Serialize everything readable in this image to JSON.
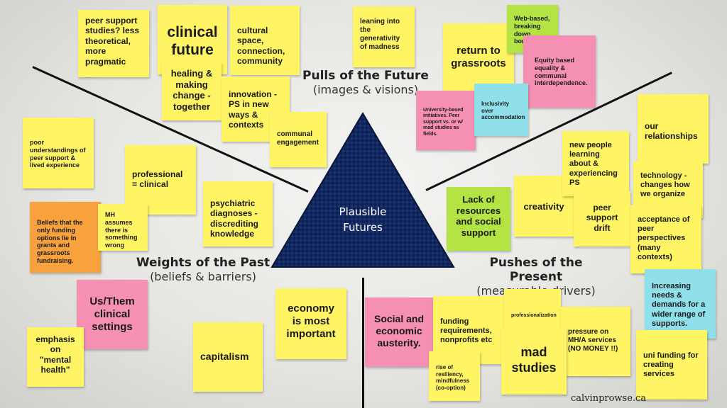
{
  "headings": {
    "pulls": {
      "title": "Pulls of the Future",
      "subtitle": "(images & visions)"
    },
    "weights": {
      "title": "Weights of the Past",
      "subtitle": "(beliefs & barriers)"
    },
    "pushes": {
      "title": "Pushes of the Present",
      "subtitle": "(measurable drivers)"
    }
  },
  "triangle": {
    "label_line1": "Plausible",
    "label_line2": "Futures"
  },
  "credit": "calvinprowse.ca",
  "notes": {
    "peer_support_studies": "peer support studies? less theoretical, more pragmatic",
    "clinical_future": "clinical future",
    "healing_making_change": "healing & making change - together",
    "cultural_space": "cultural space, connection, community",
    "innovation_ps": "innovation - PS in new ways & contexts",
    "communal_engagement": "communal engagement",
    "leaning_into": "leaning into the generativity of madness",
    "return_grassroots": "return to grassroots",
    "web_based": "Web-based, breaking down borders.",
    "equity_based": "Equity based equality & communal interdependence.",
    "university_based": "University-based initiatives. Peer support vs. or w/ mad studies as fields.",
    "inclusivity": "Inclusivity over accommodation",
    "poor_understandings": "poor understandings of peer support & lived experience",
    "professional_clinical": "professional = clinical",
    "beliefs_funding": "Beliefs that the only funding options lie in grants and grassroots fundraising.",
    "mh_assumes": "MH assumes there is something wrong",
    "psychiatric_diagnoses": "psychiatric diagnoses - discrediting knowledge",
    "us_them": "Us/Them clinical settings",
    "emphasis_mh": "emphasis on \"mental health\"",
    "capitalism": "capitalism",
    "economy": "economy is most important",
    "lack_resources": "Lack of resources and social support",
    "creativity": "creativity",
    "new_people": "new people learning about & experiencing PS",
    "peer_support_drift": "peer support drift",
    "our_relationships": "our relationships",
    "technology": "technology - changes how we organize",
    "acceptance": "acceptance of peer perspectives (many contexts)",
    "increasing_needs": "Increasing needs & demands for a wider range of supports.",
    "social_austerity": "Social and economic austerity.",
    "funding_requirements": "funding requirements, nonprofits etc",
    "professionalization": "professionalization",
    "pressure_mh": "pressure on MH/A services (NO MONEY !!)",
    "rise_resiliency": "rise of resiliency, mindfulness (co-option)",
    "mad_studies": "mad studies",
    "uni_funding": "uni funding for creating services"
  }
}
